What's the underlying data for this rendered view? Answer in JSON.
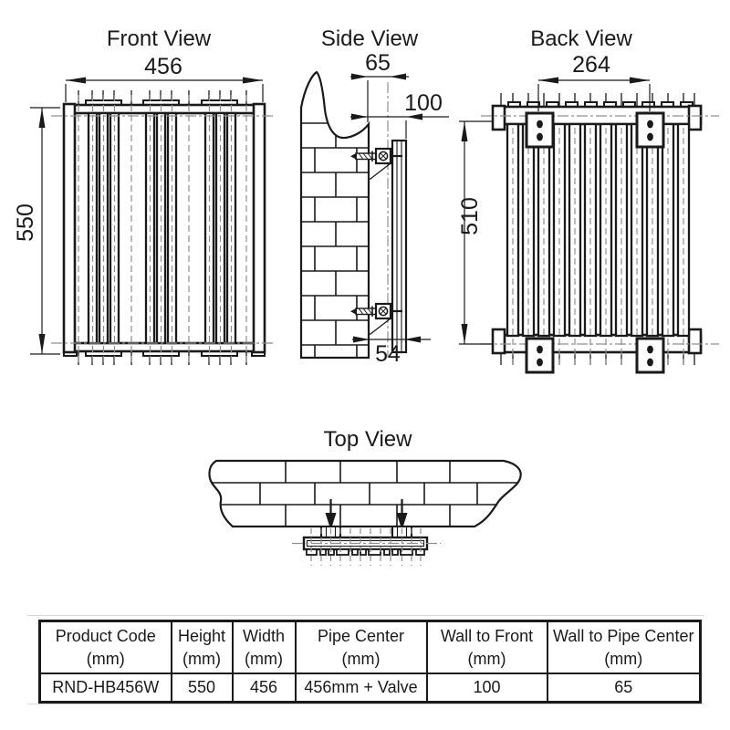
{
  "drawing": {
    "front": {
      "title": "Front View",
      "width_mm": "456",
      "height_mm": "550"
    },
    "side": {
      "title": "Side View",
      "wall_to_pipe_center_mm": "65",
      "wall_to_front_mm": "100",
      "bottom_offset_mm": "54"
    },
    "back": {
      "title": "Back View",
      "bracket_span_mm": "264",
      "bracket_height_mm": "510"
    },
    "top": {
      "title": "Top View"
    }
  },
  "table": {
    "columns": [
      {
        "title": "Product Code",
        "unit": "(mm)"
      },
      {
        "title": "Height",
        "unit": "(mm)"
      },
      {
        "title": "Width",
        "unit": "(mm)"
      },
      {
        "title": "Pipe Center",
        "unit": "(mm)"
      },
      {
        "title": "Wall to Front",
        "unit": "(mm)"
      },
      {
        "title": "Wall to Pipe Center",
        "unit": "(mm)"
      }
    ],
    "values": [
      "RND-HB456W",
      "550",
      "456",
      "456mm + Valve",
      "100",
      "65"
    ]
  },
  "colors": {
    "ink": "#1a1a1a",
    "centerline": "#8f8f8f",
    "background": "#ffffff"
  }
}
